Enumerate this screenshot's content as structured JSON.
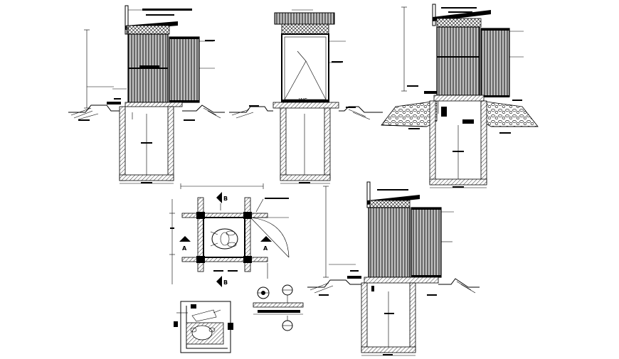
{
  "drawing": {
    "views": [
      {
        "id": "elevation-front"
      },
      {
        "id": "section-a"
      },
      {
        "id": "section-foundation"
      },
      {
        "id": "plan"
      },
      {
        "id": "elevation-side"
      },
      {
        "id": "detail-squat-pan"
      },
      {
        "id": "detail-fixings"
      }
    ],
    "section_markers": {
      "a": "A",
      "b": "B"
    },
    "room_tag": "WC"
  }
}
